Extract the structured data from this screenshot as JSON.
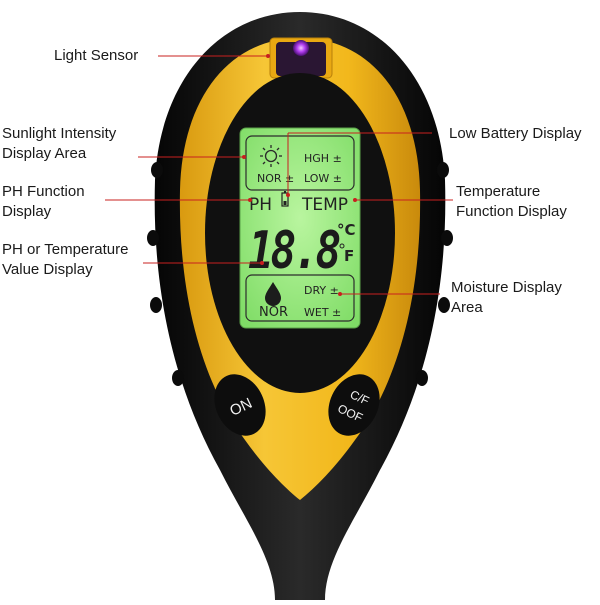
{
  "labels": {
    "light_sensor": "Light Sensor",
    "sunlight_line1": "Sunlight Intensity",
    "sunlight_line2": "Display Area",
    "ph_line1": "PH Function",
    "ph_line2": "Display",
    "value_line1": "PH or Temperature",
    "value_line2": "Value Display",
    "battery": "Low Battery Display",
    "temp_line1": "Temperature",
    "temp_line2": "Function Display",
    "moisture_line1": "Moisture Display",
    "moisture_line2": "Area"
  },
  "lcd": {
    "hgh": "HGH ±",
    "nor_top": "NOR ±",
    "low": "LOW ±",
    "ph": "PH",
    "temp": "TEMP",
    "digits": "18.8",
    "unit_c": "°C",
    "unit_f": "F",
    "dry": "DRY ±",
    "nor_bottom": "NOR",
    "wet": "WET ±"
  },
  "buttons": {
    "on": "ON",
    "cf_top": "C/F",
    "cf_bottom": "OOF"
  },
  "colors": {
    "body_black": "#141414",
    "body_yellow": "#f2b81c",
    "lcd_green": "#8fe874",
    "leader_red": "#c8201f",
    "sensor_purple": "#b13cf0"
  }
}
